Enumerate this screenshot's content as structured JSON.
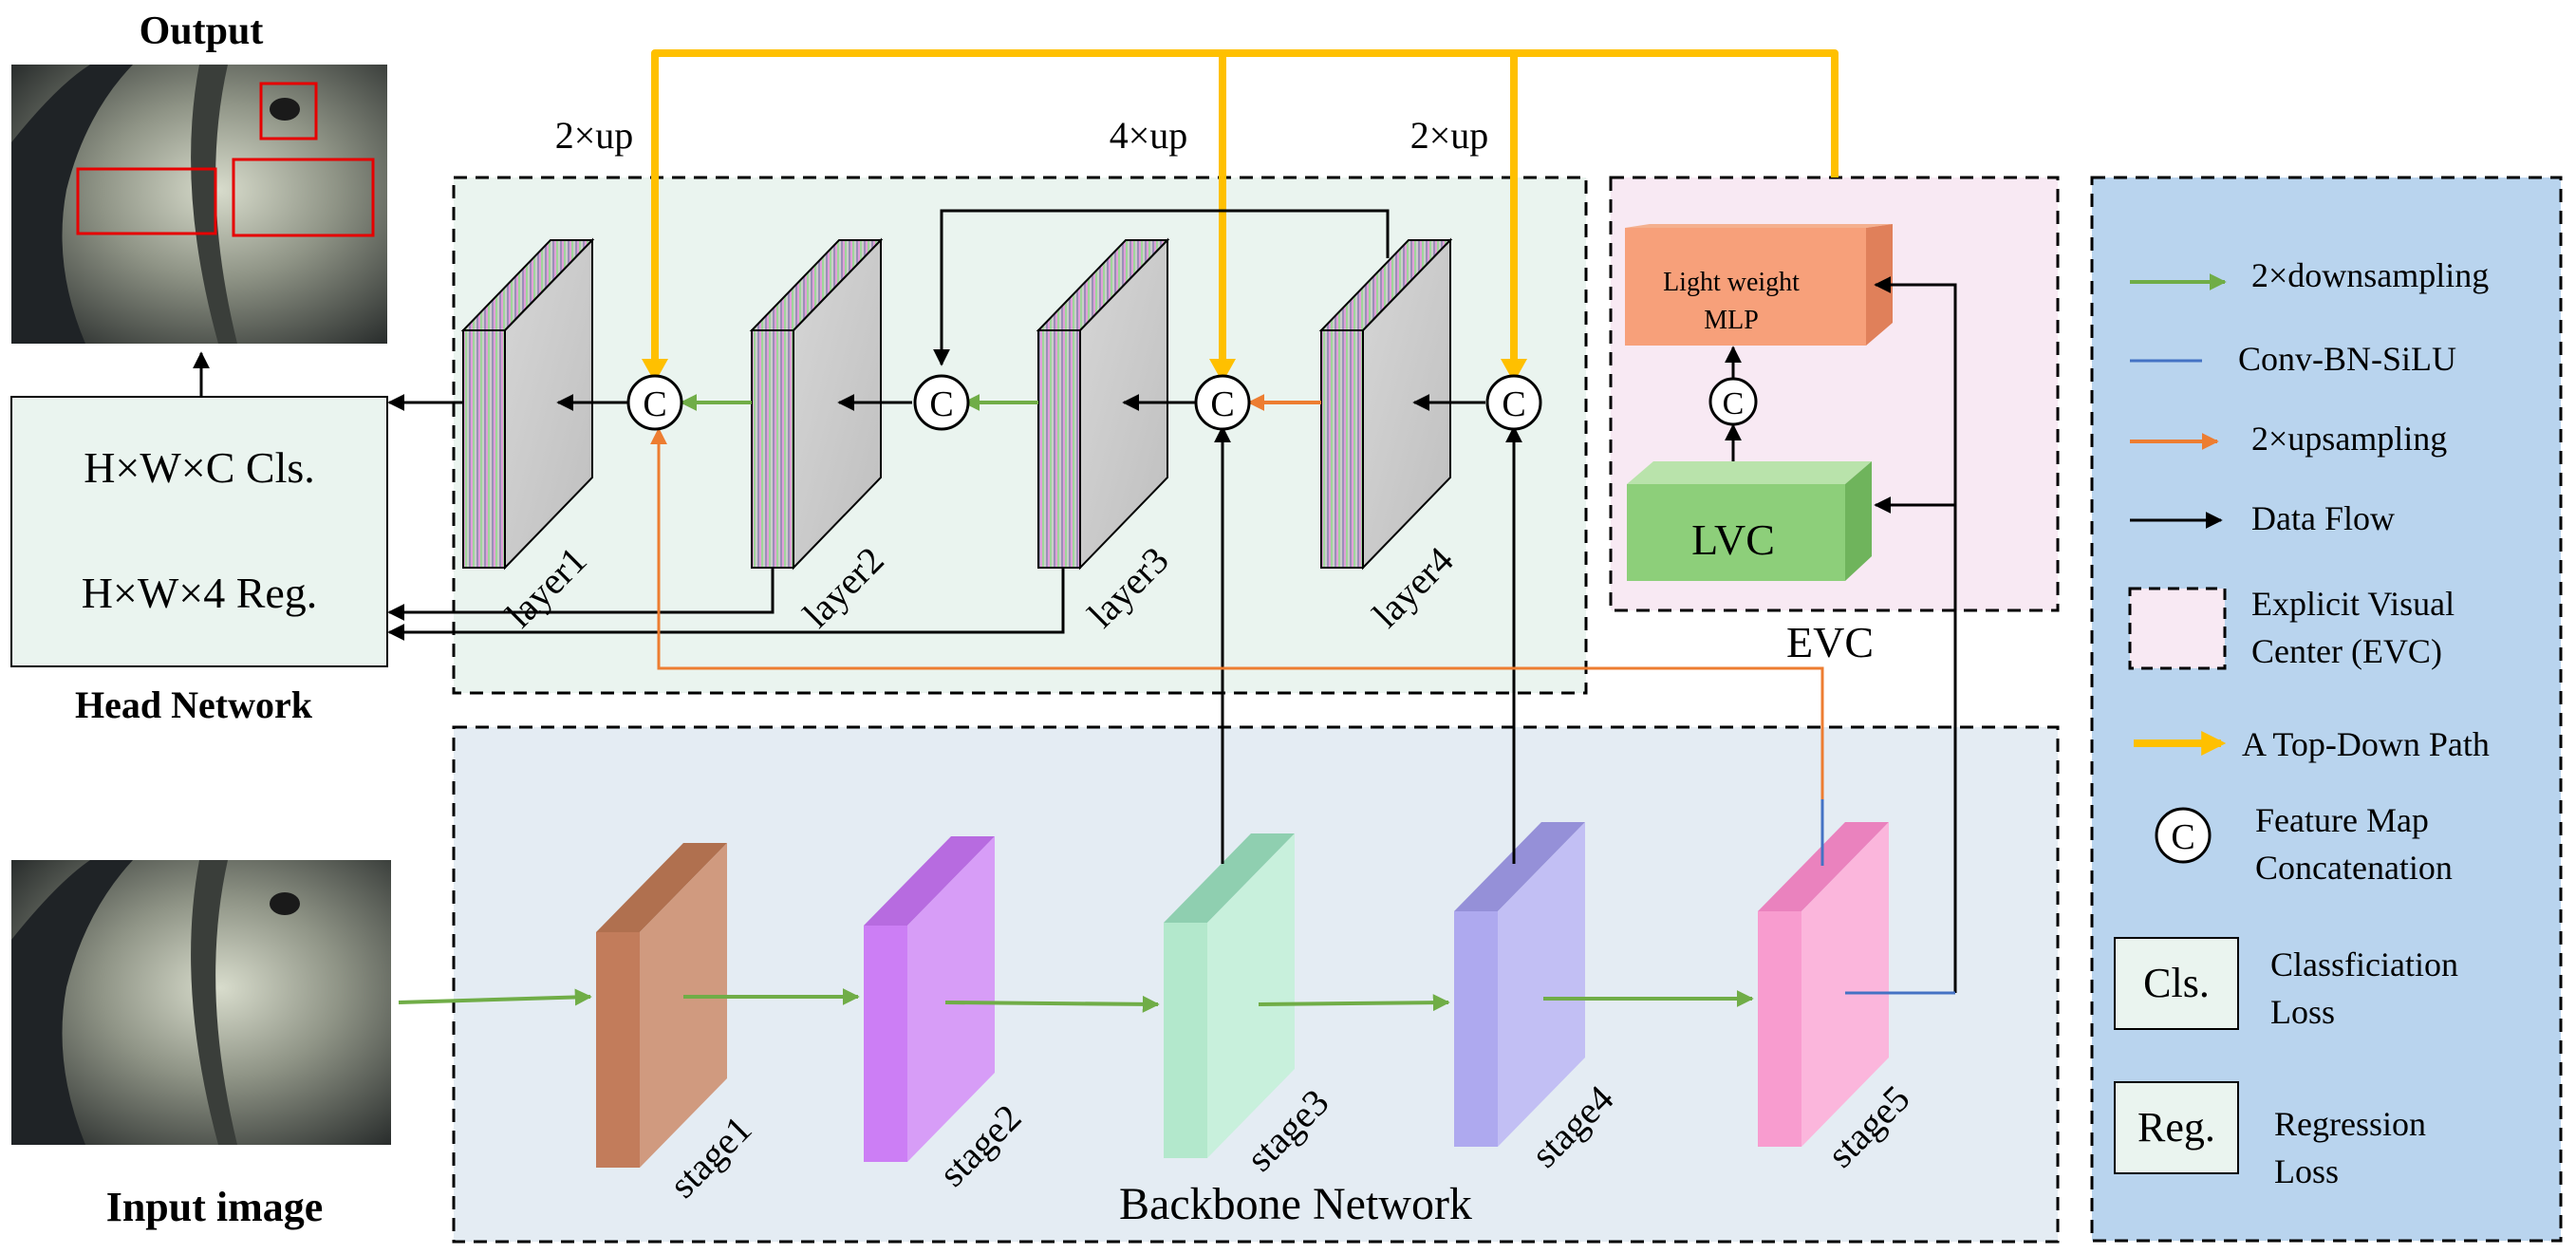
{
  "labels": {
    "output": "Output",
    "input_image": "Input image",
    "head_network": "Head Network",
    "backbone_network": "Backbone Network",
    "evc": "EVC",
    "up_left": "2×up",
    "up_mid": "4×up",
    "up_right": "2×up",
    "concat_symbol": "C"
  },
  "head_box": {
    "cls_line": "H×W×C Cls.",
    "reg_line": "H×W×4 Reg."
  },
  "layers": [
    "layer1",
    "layer2",
    "layer3",
    "layer4"
  ],
  "stages": [
    "stage1",
    "stage2",
    "stage3",
    "stage4",
    "stage5"
  ],
  "evc_block": {
    "mlp_line1": "Light weight",
    "mlp_line2": "MLP",
    "lvc": "LVC"
  },
  "legend": {
    "downsampling": "2×downsampling",
    "conv": "Conv-BN-SiLU",
    "upsampling": "2×upsampling",
    "data_flow": "Data Flow",
    "evc_line1": "Explicit Visual",
    "evc_line2": "Center (EVC)",
    "topdown": "A Top-Down Path",
    "concat_line1": "Feature Map",
    "concat_line2": "Concatenation",
    "cls_box": "Cls.",
    "cls_line1": "Classficiation",
    "cls_line2": "Loss",
    "reg_box": "Reg.",
    "reg_line1": "Regression",
    "reg_line2": "Loss"
  },
  "colors": {
    "green_arrow": "#70ad47",
    "blue_line": "#4472c4",
    "orange_arrow": "#ed7d31",
    "black_arrow": "#000000",
    "yellow_path": "#ffc000",
    "head_region_bg": "#eaf4ef",
    "backbone_region_bg": "#e4ecf3",
    "evc_region_bg": "#f8e9f3",
    "legend_bg": "#b9d4ee",
    "stage1": "#c98a6c",
    "stage2": "#cf82f7",
    "stage3": "#b8ecd0",
    "stage4": "#b2aef2",
    "stage5": "#fba1d4",
    "mlp": "#f7a07a",
    "lvc": "#8dcf7a"
  }
}
